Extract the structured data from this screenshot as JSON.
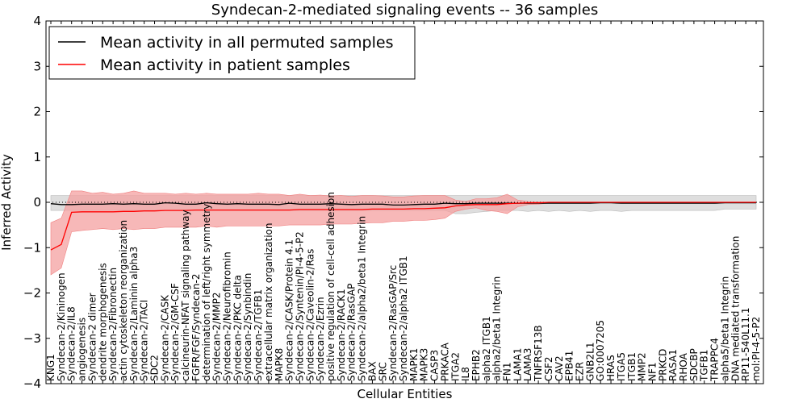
{
  "chart_data": {
    "type": "line",
    "title": "Syndecan-2-mediated signaling events -- 36 samples",
    "xlabel": "Cellular Entities",
    "ylabel": "Inferred Activity",
    "ylim": [
      -4,
      4
    ],
    "yticks": [
      4,
      3,
      2,
      1,
      0,
      -1,
      -2,
      -3,
      -4
    ],
    "ytick_labels": [
      "4",
      "3",
      "2",
      "1",
      "0",
      "−1",
      "−2",
      "−3",
      "−4"
    ],
    "legend_position": "top-left",
    "zero_line": "dotted",
    "colors": {
      "permuted": "#000000",
      "patient": "#ff0000",
      "patient_band": "#f4a0a0",
      "permuted_band": "#d0d0d0"
    },
    "categories": [
      "KNG1",
      "Syndecan-2/Kininogen",
      "Syndecan-2/IL8",
      "angiogenesis",
      "Syndecan-2 dimer",
      "dendrite morphogenesis",
      "Syndecan-2/Fibronectin",
      "actin cytoskeleton reorganization",
      "Syndecan-2/Laminin alpha3",
      "Syndecan-2/TACI",
      "SDC2",
      "Syndecan-2/CASK",
      "Syndecan-2/GM-CSF",
      "calcineurin-NFAT signaling pathway",
      "FGFR/FGF/Syndecan-2",
      "determination of left/right symmetry",
      "Syndecan-2/MMP2",
      "Syndecan-2/Neurofibromin",
      "Syndecan-2/PKC delta",
      "Syndecan-2/Synbindin",
      "Syndecan-2/TGFB1",
      "extracellular matrix organization",
      "MAPK8",
      "Syndecan-2/CASK/Protein 4.1",
      "Syndecan-2/Syntenin/PI-4-5-P2",
      "Syndecan-2/Caveolin-2/Ras",
      "Syndecan-2/Ezrin",
      "positive regulation of cell-cell adhesion",
      "Syndecan-2/RACK1",
      "Syndecan-2/RasGAP",
      "Syndecan-2/alpha2/beta1 Integrin",
      "BAX",
      "SRC",
      "Syndecan-2/RasGAP/Src",
      "Syndecan-2/alpha2 ITGB1",
      "MAPK1",
      "MAPK3",
      "CASP3",
      "PRKACA",
      "ITGA2",
      "IL8",
      "EPHB2",
      "alpha2 ITGB1",
      "alpha2/beta1 Integrin",
      "FN1",
      "LAMA1",
      "LAMA3",
      "TNFRSF13B",
      "CSF2",
      "CAV2",
      "EPB41",
      "EZR",
      "GNB2L1",
      "GO:0007205",
      "HRAS",
      "ITGA5",
      "ITGB1",
      "MMP2",
      "NF1",
      "PRKCD",
      "RASA1",
      "RHOA",
      "SDCBP",
      "TGFB1",
      "TRAPPC4",
      "alpha5/beta1 Integrin",
      "DNA mediated transformation",
      "RP11-540L11.1",
      "mol:PI-4-5-P2"
    ],
    "series": [
      {
        "name": "Mean activity in all permuted samples",
        "values": [
          -0.03,
          -0.05,
          -0.05,
          -0.04,
          -0.04,
          -0.04,
          -0.03,
          -0.04,
          -0.03,
          -0.04,
          -0.04,
          -0.01,
          -0.02,
          -0.04,
          -0.04,
          -0.01,
          -0.03,
          -0.04,
          -0.03,
          -0.04,
          -0.04,
          -0.04,
          -0.05,
          -0.02,
          -0.04,
          -0.04,
          -0.04,
          -0.03,
          -0.04,
          -0.05,
          -0.04,
          -0.04,
          -0.04,
          -0.06,
          -0.06,
          -0.05,
          -0.04,
          -0.04,
          -0.02,
          -0.03,
          -0.03,
          -0.02,
          -0.02,
          -0.02,
          -0.02,
          -0.02,
          -0.02,
          -0.02,
          -0.02,
          -0.02,
          -0.02,
          -0.02,
          -0.02,
          -0.01,
          -0.01,
          -0.02,
          -0.02,
          -0.02,
          -0.02,
          -0.02,
          -0.02,
          -0.02,
          -0.02,
          -0.02,
          -0.02,
          -0.01,
          -0.01,
          -0.01,
          -0.01
        ],
        "band": {
          "upper": [
            0.15,
            0.15,
            0.15,
            0.15,
            0.15,
            0.15,
            0.15,
            0.15,
            0.15,
            0.15,
            0.15,
            0.15,
            0.15,
            0.15,
            0.15,
            0.15,
            0.15,
            0.15,
            0.15,
            0.15,
            0.15,
            0.15,
            0.15,
            0.15,
            0.15,
            0.15,
            0.15,
            0.15,
            0.15,
            0.15,
            0.15,
            0.15,
            0.15,
            0.15,
            0.15,
            0.15,
            0.15,
            0.15,
            0.15,
            0.15,
            0.15,
            0.15,
            0.15,
            0.15,
            0.15,
            0.15,
            0.15,
            0.15,
            0.15,
            0.15,
            0.15,
            0.15,
            0.15,
            0.15,
            0.15,
            0.15,
            0.15,
            0.15,
            0.15,
            0.15,
            0.15,
            0.15,
            0.15,
            0.15,
            0.15,
            0.15,
            0.15,
            0.15,
            0.15
          ],
          "lower": [
            -0.18,
            -0.18,
            -0.18,
            -0.18,
            -0.18,
            -0.18,
            -0.18,
            -0.18,
            -0.18,
            -0.18,
            -0.18,
            -0.18,
            -0.18,
            -0.18,
            -0.18,
            -0.18,
            -0.18,
            -0.18,
            -0.18,
            -0.18,
            -0.18,
            -0.18,
            -0.18,
            -0.18,
            -0.18,
            -0.18,
            -0.18,
            -0.18,
            -0.18,
            -0.18,
            -0.18,
            -0.18,
            -0.18,
            -0.18,
            -0.18,
            -0.18,
            -0.18,
            -0.18,
            -0.18,
            -0.25,
            -0.25,
            -0.22,
            -0.2,
            -0.18,
            -0.18,
            -0.18,
            -0.2,
            -0.18,
            -0.2,
            -0.18,
            -0.2,
            -0.18,
            -0.2,
            -0.18,
            -0.18,
            -0.2,
            -0.18,
            -0.18,
            -0.18,
            -0.18,
            -0.18,
            -0.18,
            -0.18,
            -0.18,
            -0.18,
            -0.15,
            -0.15,
            -0.15,
            -0.15
          ]
        }
      },
      {
        "name": "Mean activity in patient samples",
        "values": [
          -1.05,
          -0.93,
          -0.22,
          -0.21,
          -0.21,
          -0.21,
          -0.21,
          -0.2,
          -0.2,
          -0.19,
          -0.19,
          -0.18,
          -0.18,
          -0.18,
          -0.17,
          -0.17,
          -0.17,
          -0.17,
          -0.17,
          -0.17,
          -0.17,
          -0.17,
          -0.17,
          -0.17,
          -0.16,
          -0.16,
          -0.16,
          -0.16,
          -0.16,
          -0.16,
          -0.16,
          -0.15,
          -0.15,
          -0.15,
          -0.15,
          -0.14,
          -0.14,
          -0.13,
          -0.12,
          -0.08,
          -0.06,
          -0.05,
          -0.05,
          -0.05,
          -0.03,
          -0.02,
          -0.01,
          -0.01,
          0,
          0,
          0,
          0,
          0,
          0,
          0,
          0,
          0,
          0,
          0,
          0,
          0,
          0,
          0,
          0,
          0,
          0,
          0,
          0,
          0
        ],
        "band": {
          "upper": [
            -0.45,
            -0.35,
            0.25,
            0.25,
            0.2,
            0.22,
            0.18,
            0.2,
            0.25,
            0.2,
            0.2,
            0.2,
            0.18,
            0.2,
            0.18,
            0.2,
            0.18,
            0.18,
            0.18,
            0.18,
            0.2,
            0.18,
            0.18,
            0.15,
            0.18,
            0.15,
            0.16,
            0.14,
            0.15,
            0.13,
            0.15,
            0.15,
            0.14,
            0.12,
            0.12,
            0.14,
            0.15,
            0.15,
            0.15,
            0.05,
            0.02,
            0.08,
            0.08,
            0.1,
            0.18,
            0.05,
            0.02,
            0.01,
            0,
            0,
            0,
            0,
            0,
            0,
            0,
            0,
            0,
            0,
            0,
            0,
            0,
            0,
            0,
            0,
            0,
            0,
            0,
            0,
            0
          ],
          "lower": [
            -1.6,
            -1.45,
            -0.65,
            -0.62,
            -0.6,
            -0.58,
            -0.6,
            -0.58,
            -0.6,
            -0.58,
            -0.58,
            -0.55,
            -0.55,
            -0.55,
            -0.55,
            -0.52,
            -0.55,
            -0.52,
            -0.52,
            -0.52,
            -0.52,
            -0.52,
            -0.52,
            -0.5,
            -0.5,
            -0.5,
            -0.5,
            -0.48,
            -0.48,
            -0.48,
            -0.46,
            -0.45,
            -0.45,
            -0.42,
            -0.42,
            -0.4,
            -0.4,
            -0.38,
            -0.35,
            -0.2,
            -0.15,
            -0.12,
            -0.18,
            -0.2,
            -0.25,
            -0.1,
            -0.05,
            -0.04,
            -0.02,
            -0.02,
            -0.01,
            -0.01,
            0,
            0,
            0,
            0,
            0,
            0,
            0,
            0,
            0,
            0,
            0,
            0,
            0,
            0,
            0,
            0,
            0
          ]
        }
      }
    ]
  }
}
